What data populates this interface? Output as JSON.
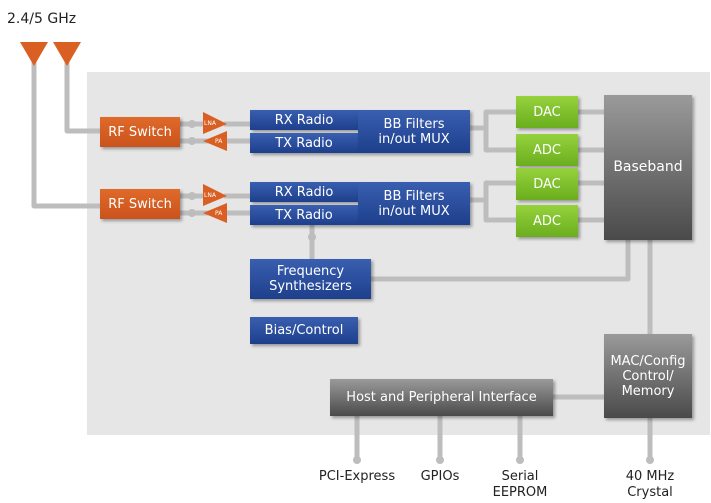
{
  "band_label": "2.4/5 GHz",
  "rf_switch": [
    "RF Switch",
    "RF Switch"
  ],
  "lna_label": "LNA",
  "pa_label": "PA",
  "rx_radio": "RX Radio",
  "tx_radio": "TX Radio",
  "bb_filters": [
    "BB Filters",
    "in/out MUX"
  ],
  "dac": "DAC",
  "adc": "ADC",
  "baseband": "Baseband",
  "freq_synth": [
    "Frequency",
    "Synthesizers"
  ],
  "bias_control": "Bias/Control",
  "host_interface": "Host and Peripheral Interface",
  "mac": [
    "MAC/Config",
    "Control/",
    "Memory"
  ],
  "bottom_labels": {
    "pci": "PCI-Express",
    "gpio": "GPIOs",
    "serial": [
      "Serial",
      "EEPROM"
    ],
    "crystal": [
      "40 MHz",
      "Crystal"
    ]
  },
  "colors": {
    "panel": "#e6e6e6",
    "wire": "#bdbdbd",
    "rf": "#d95f23",
    "radio": "#2a4d9e",
    "converter": "#85c232",
    "digital": "#6e6e6e"
  }
}
